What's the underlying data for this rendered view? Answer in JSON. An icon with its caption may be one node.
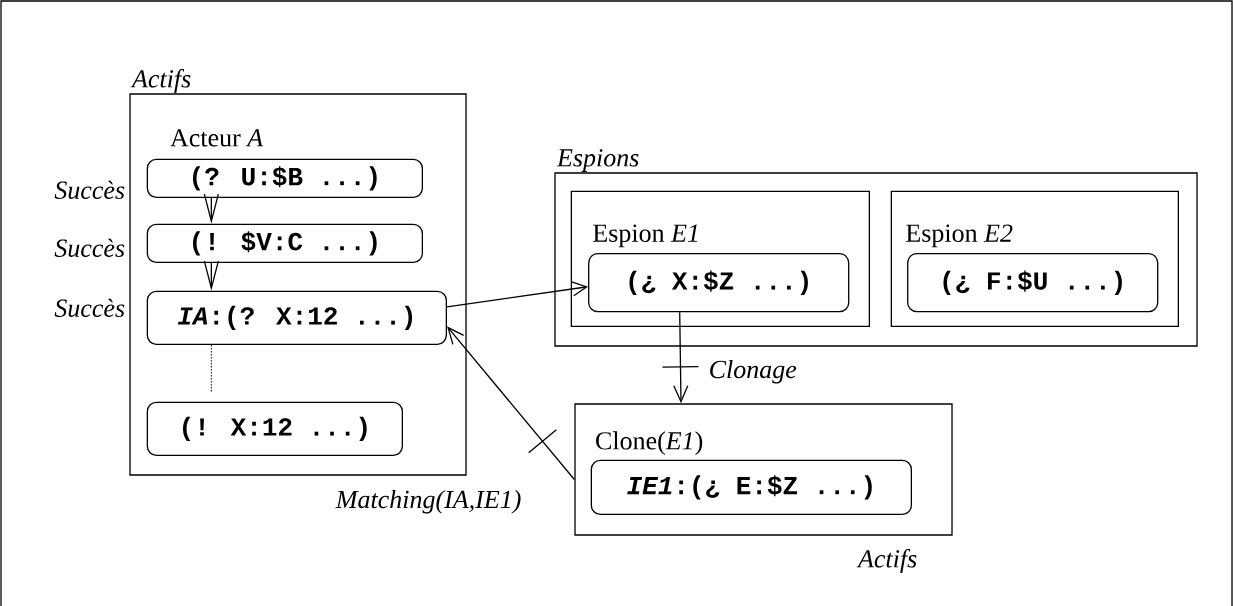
{
  "diagram": {
    "nodes": [
      {
        "text": [
          "Actifs",
          "Acteur *A*"
        ]
      },
      {
        "text": [
          "(? U:$B ...)"
        ],
        "in": 0,
        "beside": [
          "Succès"
        ]
      },
      {
        "text": [
          "(! $V:C ...)"
        ],
        "in": 0,
        "beside": [
          "Succès"
        ]
      },
      {
        "text": [
          "*IA*:(? X:12 ...)"
        ],
        "in": 0,
        "beside": [
          "Succès"
        ]
      },
      {
        "text": [
          "(! X:12 ...)"
        ],
        "in": 0
      },
      {
        "text": [
          "Espions"
        ]
      },
      {
        "text": [
          "Espion *E1*"
        ],
        "in": 5
      },
      {
        "text": [
          "(¿ X:$Z ...)"
        ],
        "in": 6
      },
      {
        "text": [
          "Espion *E2*"
        ],
        "in": 5
      },
      {
        "text": [
          "(¿ F:$U ...)"
        ],
        "in": 8
      },
      {
        "text": [
          "Clone(*E1*)",
          "Actifs"
        ]
      },
      {
        "text": [
          "*IE1*:(¿ E:$Z ...)"
        ],
        "in": 10
      }
    ],
    "edges": [
      {
        "from": 1,
        "to": 2,
        "arrow": "to"
      },
      {
        "from": 2,
        "to": 3,
        "arrow": "to"
      },
      {
        "from": 3,
        "to": 4,
        "arrow": "none",
        "style": "dashed"
      },
      {
        "from": 3,
        "to": 7,
        "arrow": "to"
      },
      {
        "from": 7,
        "to": 10,
        "arrow": "to",
        "label": "Clonage"
      },
      {
        "from": 10,
        "to": 3,
        "arrow": "to",
        "label": "Matching(IA,IE1)"
      }
    ]
  }
}
